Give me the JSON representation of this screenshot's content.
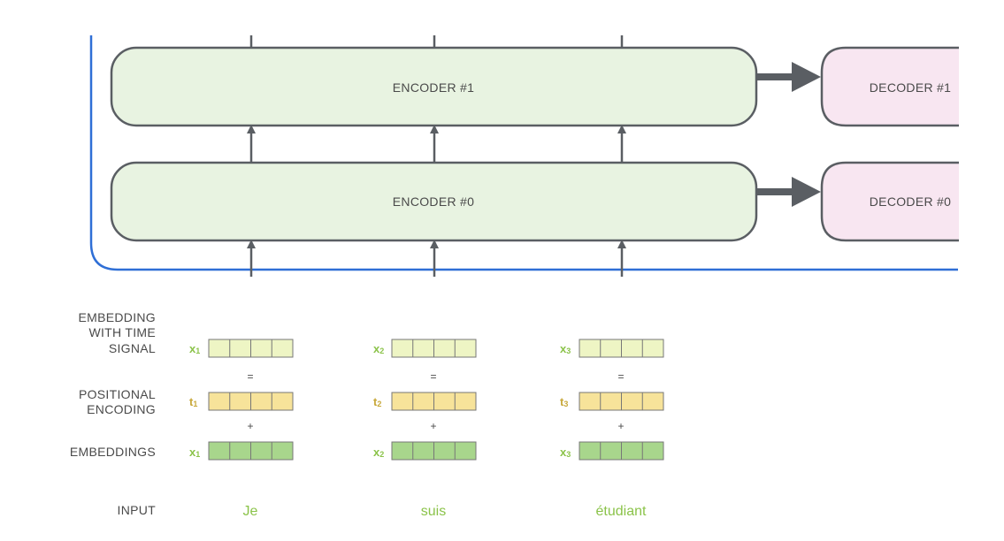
{
  "colors": {
    "encoder_fill": "#e8f3e1",
    "decoder_fill": "#f8e6f1",
    "block_stroke": "#5a5e63",
    "frame_blue": "#2f6fd6",
    "time_signal_fill": "#eef5c4",
    "positional_fill": "#f7e39a",
    "embedding_fill": "#a8d68c",
    "cell_stroke": "#777777",
    "x_label": "#8bc34a",
    "t_label": "#c8a83a",
    "input_word": "#8bc34a"
  },
  "encoders": [
    {
      "label": "ENCODER #1"
    },
    {
      "label": "ENCODER #0"
    }
  ],
  "decoders": [
    {
      "label": "DECODER #1"
    },
    {
      "label": "DECODER #0"
    }
  ],
  "row_labels": {
    "time_signal": [
      "EMBEDDING",
      "WITH TIME",
      "SIGNAL"
    ],
    "positional": [
      "POSITIONAL",
      "ENCODING"
    ],
    "embeddings": [
      "EMBEDDINGS"
    ],
    "input": [
      "INPUT"
    ]
  },
  "operators": {
    "equals": "=",
    "plus": "+"
  },
  "tokens": [
    {
      "word": "Je",
      "x_var": "x",
      "t_var": "t",
      "index": "1"
    },
    {
      "word": "suis",
      "x_var": "x",
      "t_var": "t",
      "index": "2"
    },
    {
      "word": "étudiant",
      "x_var": "x",
      "t_var": "t",
      "index": "3"
    }
  ]
}
